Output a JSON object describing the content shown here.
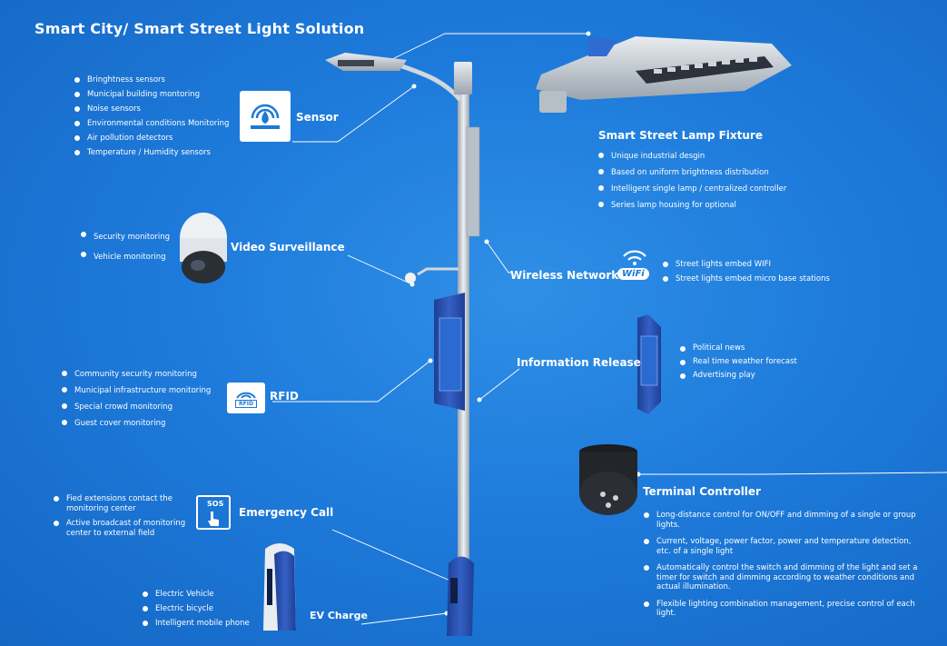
{
  "title": "Smart City/ Smart Street Light Solution",
  "sensor": {
    "heading": "Sensor",
    "items": [
      "Bringhtness sensors",
      "Municipal building montoring",
      "Noise sensors",
      "Environmental conditions Monitoring",
      "Air pollution detectors",
      "Temperature / Humidity sensors"
    ]
  },
  "lamp": {
    "heading": "Smart Street Lamp Fixture",
    "items": [
      "Unique industrial desgin",
      "Based on uniform brightness distribution",
      "Intelligent single lamp / centralized controller",
      "Series lamp housing for optional"
    ]
  },
  "video": {
    "heading": "Video Surveillance",
    "items": [
      "Security monitoring",
      "Vehicle monitoring"
    ]
  },
  "wireless": {
    "heading": "Wireless Network",
    "badge": "WiFi",
    "items": [
      "Street lights embed WIFI",
      "Street lights embed micro base stations"
    ]
  },
  "info": {
    "heading": "Information Release",
    "items": [
      "Political news",
      "Real time weather forecast",
      "Advertising play"
    ]
  },
  "rfid": {
    "heading": "RFID",
    "tile_label": "RFID",
    "items": [
      "Community security monitoring",
      "Municipal infrastructure monitoring",
      "Special crowd monitoring",
      "Guest cover monitoring"
    ]
  },
  "terminal": {
    "heading": "Terminal Controller",
    "items": [
      "Long-distance control for ON/OFF and dimming of a single or group lights.",
      "Current, voltage, power factor, power and temperature detection, etc. of a single light",
      "Automatically control the switch and dimming of the light and set a timer for switch and dimming according to weather conditions and actual illumination.",
      "Flexible lighting combination management, precise control of each light."
    ]
  },
  "emergency": {
    "heading": "Emergency Call",
    "tile_label": "SOS",
    "items": [
      "Fied extensions contact the monitoring center",
      "Active broadcast of monitoring center to external field"
    ]
  },
  "ev": {
    "heading": "EV Charge",
    "items": [
      "Electric Vehicle",
      "Electric bicycle",
      "Intelligent mobile phone"
    ]
  },
  "colors": {
    "background": "#1e7bdb",
    "accent_dark": "#1a3f8f",
    "pole": "#c9ced4"
  }
}
